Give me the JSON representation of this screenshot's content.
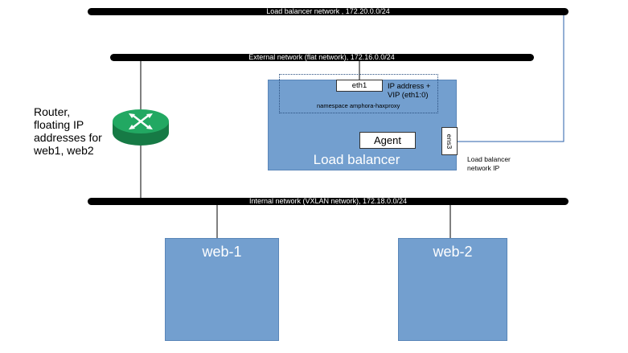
{
  "networks": {
    "load_balancer": "Load balancer network , 172.20.0.0/24",
    "external": "External network (flat network), 172.16.0.0/24",
    "internal": "Internal network (VXLAN network), 172.18.0.0/24"
  },
  "router": {
    "lines": [
      "Router,",
      "floating IP",
      "addresses for",
      "web1, web2"
    ]
  },
  "load_balancer": {
    "title": "Load balancer",
    "eth1_label": "eth1",
    "vip_lines": [
      "IP address +",
      "VIP (eth1:0)"
    ],
    "namespace_label": "namespace amphora-haxproxy",
    "agent_label": "Agent",
    "ens3_label": "ens3",
    "network_ip_lines": [
      "Load balancer",
      "network IP"
    ]
  },
  "servers": {
    "web1": "web-1",
    "web2": "web-2"
  },
  "colors": {
    "box_fill": "#739fcf",
    "router_green": "#1f9e5a",
    "bus": "#000000"
  }
}
